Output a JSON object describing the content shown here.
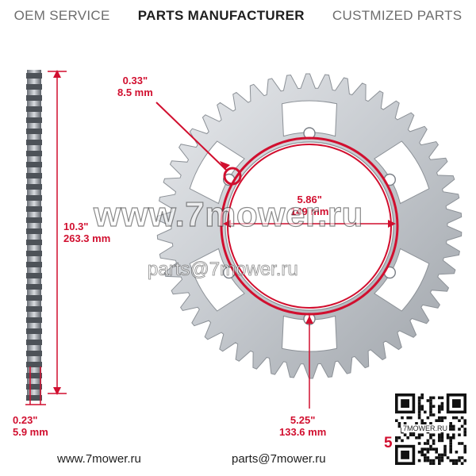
{
  "header": {
    "oem": "OEM SERVICE",
    "parts": "PARTS MANUFACTURER",
    "custom": "CUSTMIZED PARTS"
  },
  "dimensions": {
    "hole_in": "0.33\"",
    "hole_mm": "8.5 mm",
    "bore_in": "5.86\"",
    "bore_mm": "149 mm",
    "height_in": "10.3\"",
    "height_mm": "263.3 mm",
    "thickness_in": "0.23\"",
    "thickness_mm": "5.9 mm",
    "bolt_circle_in": "5.25\"",
    "bolt_circle_mm": "133.6 mm"
  },
  "watermark": {
    "site": "www.7mower.ru",
    "email": "parts@7mower.ru"
  },
  "footer": {
    "site": "www.7mower.ru",
    "email": "parts@7mower.ru"
  },
  "qr": {
    "label": "7MOWER.RU"
  },
  "corner_number": "5",
  "colors": {
    "accent": "#d10f2f",
    "steel": "#c9cdd2"
  }
}
